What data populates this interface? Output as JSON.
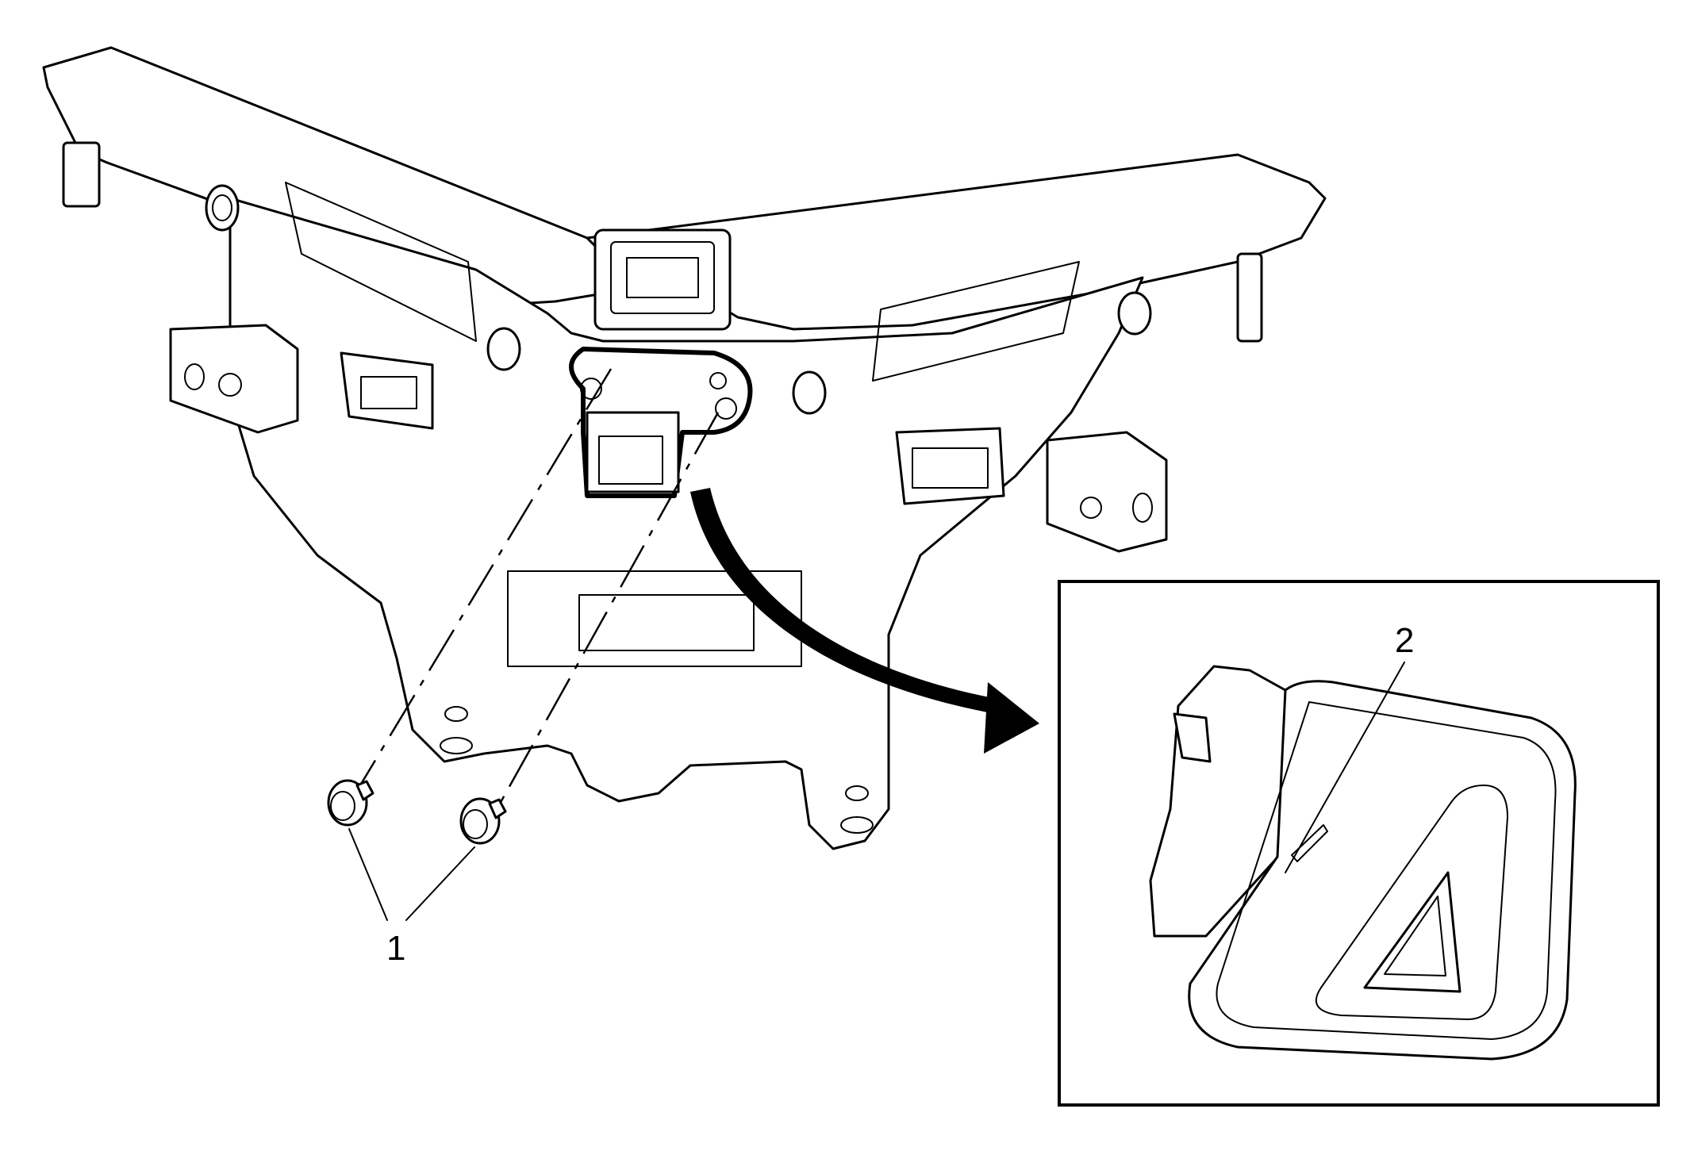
{
  "diagram": {
    "callouts": [
      {
        "id": "1",
        "label": "1"
      },
      {
        "id": "2",
        "label": "2"
      }
    ],
    "icons": [
      "fastener-icon",
      "hazard-switch-icon",
      "arrow-icon"
    ],
    "colors": {
      "line": "#000000",
      "background": "#ffffff"
    }
  }
}
